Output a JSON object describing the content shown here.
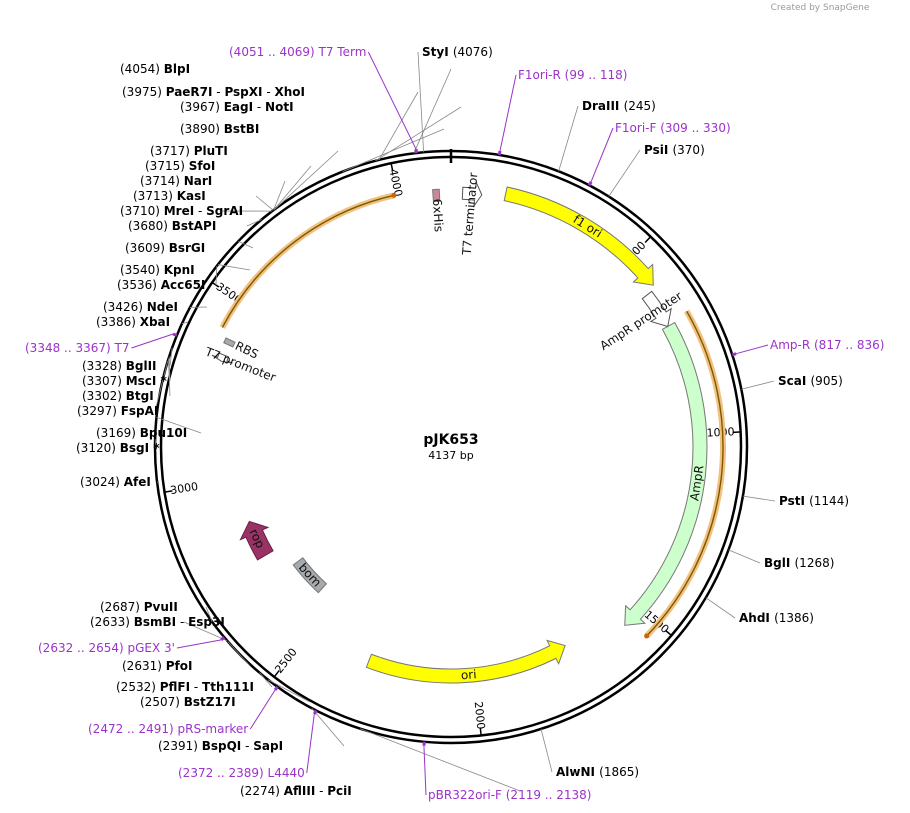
{
  "credit": "Created by SnapGene",
  "plasmid": {
    "name": "pJK653",
    "length": 4137,
    "size_label": "4137 bp"
  },
  "ticks": [
    {
      "bp": 500,
      "label": "500"
    },
    {
      "bp": 1000,
      "label": "1000"
    },
    {
      "bp": 1500,
      "label": "1500"
    },
    {
      "bp": 2000,
      "label": "2000"
    },
    {
      "bp": 2500,
      "label": "2500"
    },
    {
      "bp": 3000,
      "label": "3000"
    },
    {
      "bp": 3500,
      "label": "3500"
    },
    {
      "bp": 4000,
      "label": "4000"
    }
  ],
  "features": [
    {
      "name": "f1 ori",
      "start": 140,
      "end": 590,
      "dir": "cw",
      "color": "#ffff00",
      "label_inside": true
    },
    {
      "name": "AmpR",
      "start": 700,
      "end": 1560,
      "dir": "cw",
      "color": "#ccffcc",
      "label_inside": true
    },
    {
      "name": "ori",
      "start": 1725,
      "end": 2310,
      "dir": "ccw",
      "color": "#ffff00",
      "label_inside": true
    },
    {
      "name": "rop",
      "start": 2755,
      "end": 2870,
      "dir": "cw",
      "color": "#993366",
      "label_inside": true
    },
    {
      "name": "bom",
      "start": 2555,
      "end": 2680,
      "dir": "none",
      "color": "#a6aaad",
      "label_inside": true
    },
    {
      "name": "AmpR promoter",
      "start": 600,
      "end": 700,
      "dir": "cw",
      "color": "#ffffff",
      "label_inside": false
    },
    {
      "name": "T7 terminator",
      "start": 30,
      "end": 80,
      "dir": "cw",
      "color": "#ffffff",
      "label_inside": false
    },
    {
      "name": "6xHis",
      "start": 4090,
      "end": 4107,
      "dir": "none",
      "color": "#cc8899",
      "label_inside": false
    },
    {
      "name": "T7 promoter",
      "start": 3338,
      "end": 3356,
      "dir": "ccw",
      "color": "#ffffff",
      "label_inside": false
    },
    {
      "name": "RBS",
      "start": 3386,
      "end": 3400,
      "dir": "none",
      "color": "#a6aaad",
      "label_inside": false
    }
  ],
  "orfs": [
    {
      "start": 3420,
      "end": 3990,
      "dir": "cw"
    },
    {
      "start": 690,
      "end": 1540,
      "dir": "cw"
    }
  ],
  "enzymes_left": [
    {
      "text": [
        "(3975)",
        "PaeR7I",
        " - ",
        "PspXI",
        " - ",
        "XhoI"
      ],
      "bp": 3975
    },
    {
      "text": [
        "(3967)",
        "EagI",
        " - ",
        "NotI"
      ],
      "bp": 3967
    },
    {
      "text": [
        "(4054)",
        "BlpI"
      ],
      "bp": 4054
    },
    {
      "text": [
        "(3890)",
        "BstBI"
      ],
      "bp": 3890
    },
    {
      "text": [
        "(3717)",
        "PluTI"
      ],
      "bp": 3717
    },
    {
      "text": [
        "(3715)",
        "SfoI"
      ],
      "bp": 3715
    },
    {
      "text": [
        "(3714)",
        "NarI"
      ],
      "bp": 3714
    },
    {
      "text": [
        "(3713)",
        "KasI"
      ],
      "bp": 3713
    },
    {
      "text": [
        "(3710)",
        "MreI",
        " - ",
        "SgrAI"
      ],
      "bp": 3710
    },
    {
      "text": [
        "(3680)",
        "BstAPI"
      ],
      "bp": 3680
    },
    {
      "text": [
        "(3609)",
        "BsrGI"
      ],
      "bp": 3609
    },
    {
      "text": [
        "(3540)",
        "KpnI"
      ],
      "bp": 3540
    },
    {
      "text": [
        "(3536)",
        "Acc65I"
      ],
      "bp": 3536
    },
    {
      "text": [
        "(3426)",
        "NdeI"
      ],
      "bp": 3426
    },
    {
      "text": [
        "(3386)",
        "XbaI"
      ],
      "bp": 3386
    },
    {
      "text": [
        "(3328)",
        "BglII"
      ],
      "bp": 3328
    },
    {
      "text": [
        "(3307)",
        "MscI *"
      ],
      "bp": 3307
    },
    {
      "text": [
        "(3302)",
        "BtgI"
      ],
      "bp": 3302
    },
    {
      "text": [
        "(3297)",
        "FspAI"
      ],
      "bp": 3297
    },
    {
      "text": [
        "(3169)",
        "Bpu10I"
      ],
      "bp": 3169
    },
    {
      "text": [
        "(3120)",
        "BsgI *"
      ],
      "bp": 3120
    },
    {
      "text": [
        "(3024)",
        "AfeI"
      ],
      "bp": 3024
    },
    {
      "text": [
        "(2687)",
        "PvuII"
      ],
      "bp": 2687
    },
    {
      "text": [
        "(2633)",
        "BsmBI",
        " - ",
        "Esp3I"
      ],
      "bp": 2633
    },
    {
      "text": [
        "(2631)",
        "PfoI"
      ],
      "bp": 2631
    },
    {
      "text": [
        "(2532)",
        "PflFI",
        " - ",
        "Tth111I"
      ],
      "bp": 2532
    },
    {
      "text": [
        "(2507)",
        "BstZ17I"
      ],
      "bp": 2507
    },
    {
      "text": [
        "(2391)",
        "BspQI",
        " - ",
        "SapI"
      ],
      "bp": 2391
    },
    {
      "text": [
        "(2274)",
        "AflIII",
        " - ",
        "PciI"
      ],
      "bp": 2274
    }
  ],
  "enzymes_right": [
    {
      "text": [
        "StyI",
        "(4076)"
      ],
      "bp": 4076
    },
    {
      "text": [
        "DraIII",
        "(245)"
      ],
      "bp": 245
    },
    {
      "text": [
        "PsiI",
        "(370)"
      ],
      "bp": 370
    },
    {
      "text": [
        "ScaI",
        "(905)"
      ],
      "bp": 905
    },
    {
      "text": [
        "PstI",
        "(1144)"
      ],
      "bp": 1144
    },
    {
      "text": [
        "BglI",
        "(1268)"
      ],
      "bp": 1268
    },
    {
      "text": [
        "AhdI",
        "(1386)"
      ],
      "bp": 1386
    },
    {
      "text": [
        "AlwNI",
        "(1865)"
      ],
      "bp": 1865
    }
  ],
  "primers": [
    {
      "text": [
        "(4051 .. 4069)",
        "T7 Term"
      ],
      "bp": 4060
    },
    {
      "text": [
        "F1ori-R",
        "(99 .. 118)"
      ],
      "bp": 108
    },
    {
      "text": [
        "F1ori-F",
        "(309 .. 330)"
      ],
      "bp": 320
    },
    {
      "text": [
        "Amp-R",
        "(817 .. 836)"
      ],
      "bp": 826
    },
    {
      "text": [
        "(3348 .. 3367)",
        "T7"
      ],
      "bp": 3357
    },
    {
      "text": [
        "(2632 .. 2654)",
        "pGEX 3'"
      ],
      "bp": 2643
    },
    {
      "text": [
        "(2472 .. 2491)",
        "pRS-marker"
      ],
      "bp": 2481
    },
    {
      "text": [
        "(2372 .. 2389)",
        "L4440"
      ],
      "bp": 2380
    },
    {
      "text": [
        "pBR322ori-F",
        "(2119 .. 2138)"
      ],
      "bp": 2128
    }
  ]
}
